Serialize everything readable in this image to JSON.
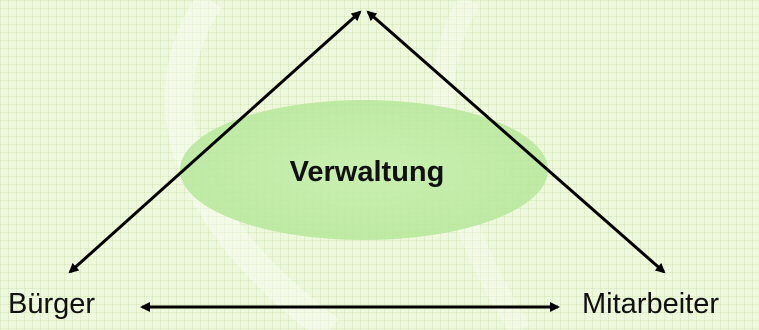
{
  "nodes": {
    "center": "Verwaltung",
    "left": "Bürger",
    "right": "Mitarbeiter"
  },
  "colors": {
    "background": "#eef8dc",
    "ellipse": "#c2eca6",
    "arrow": "#000000"
  }
}
